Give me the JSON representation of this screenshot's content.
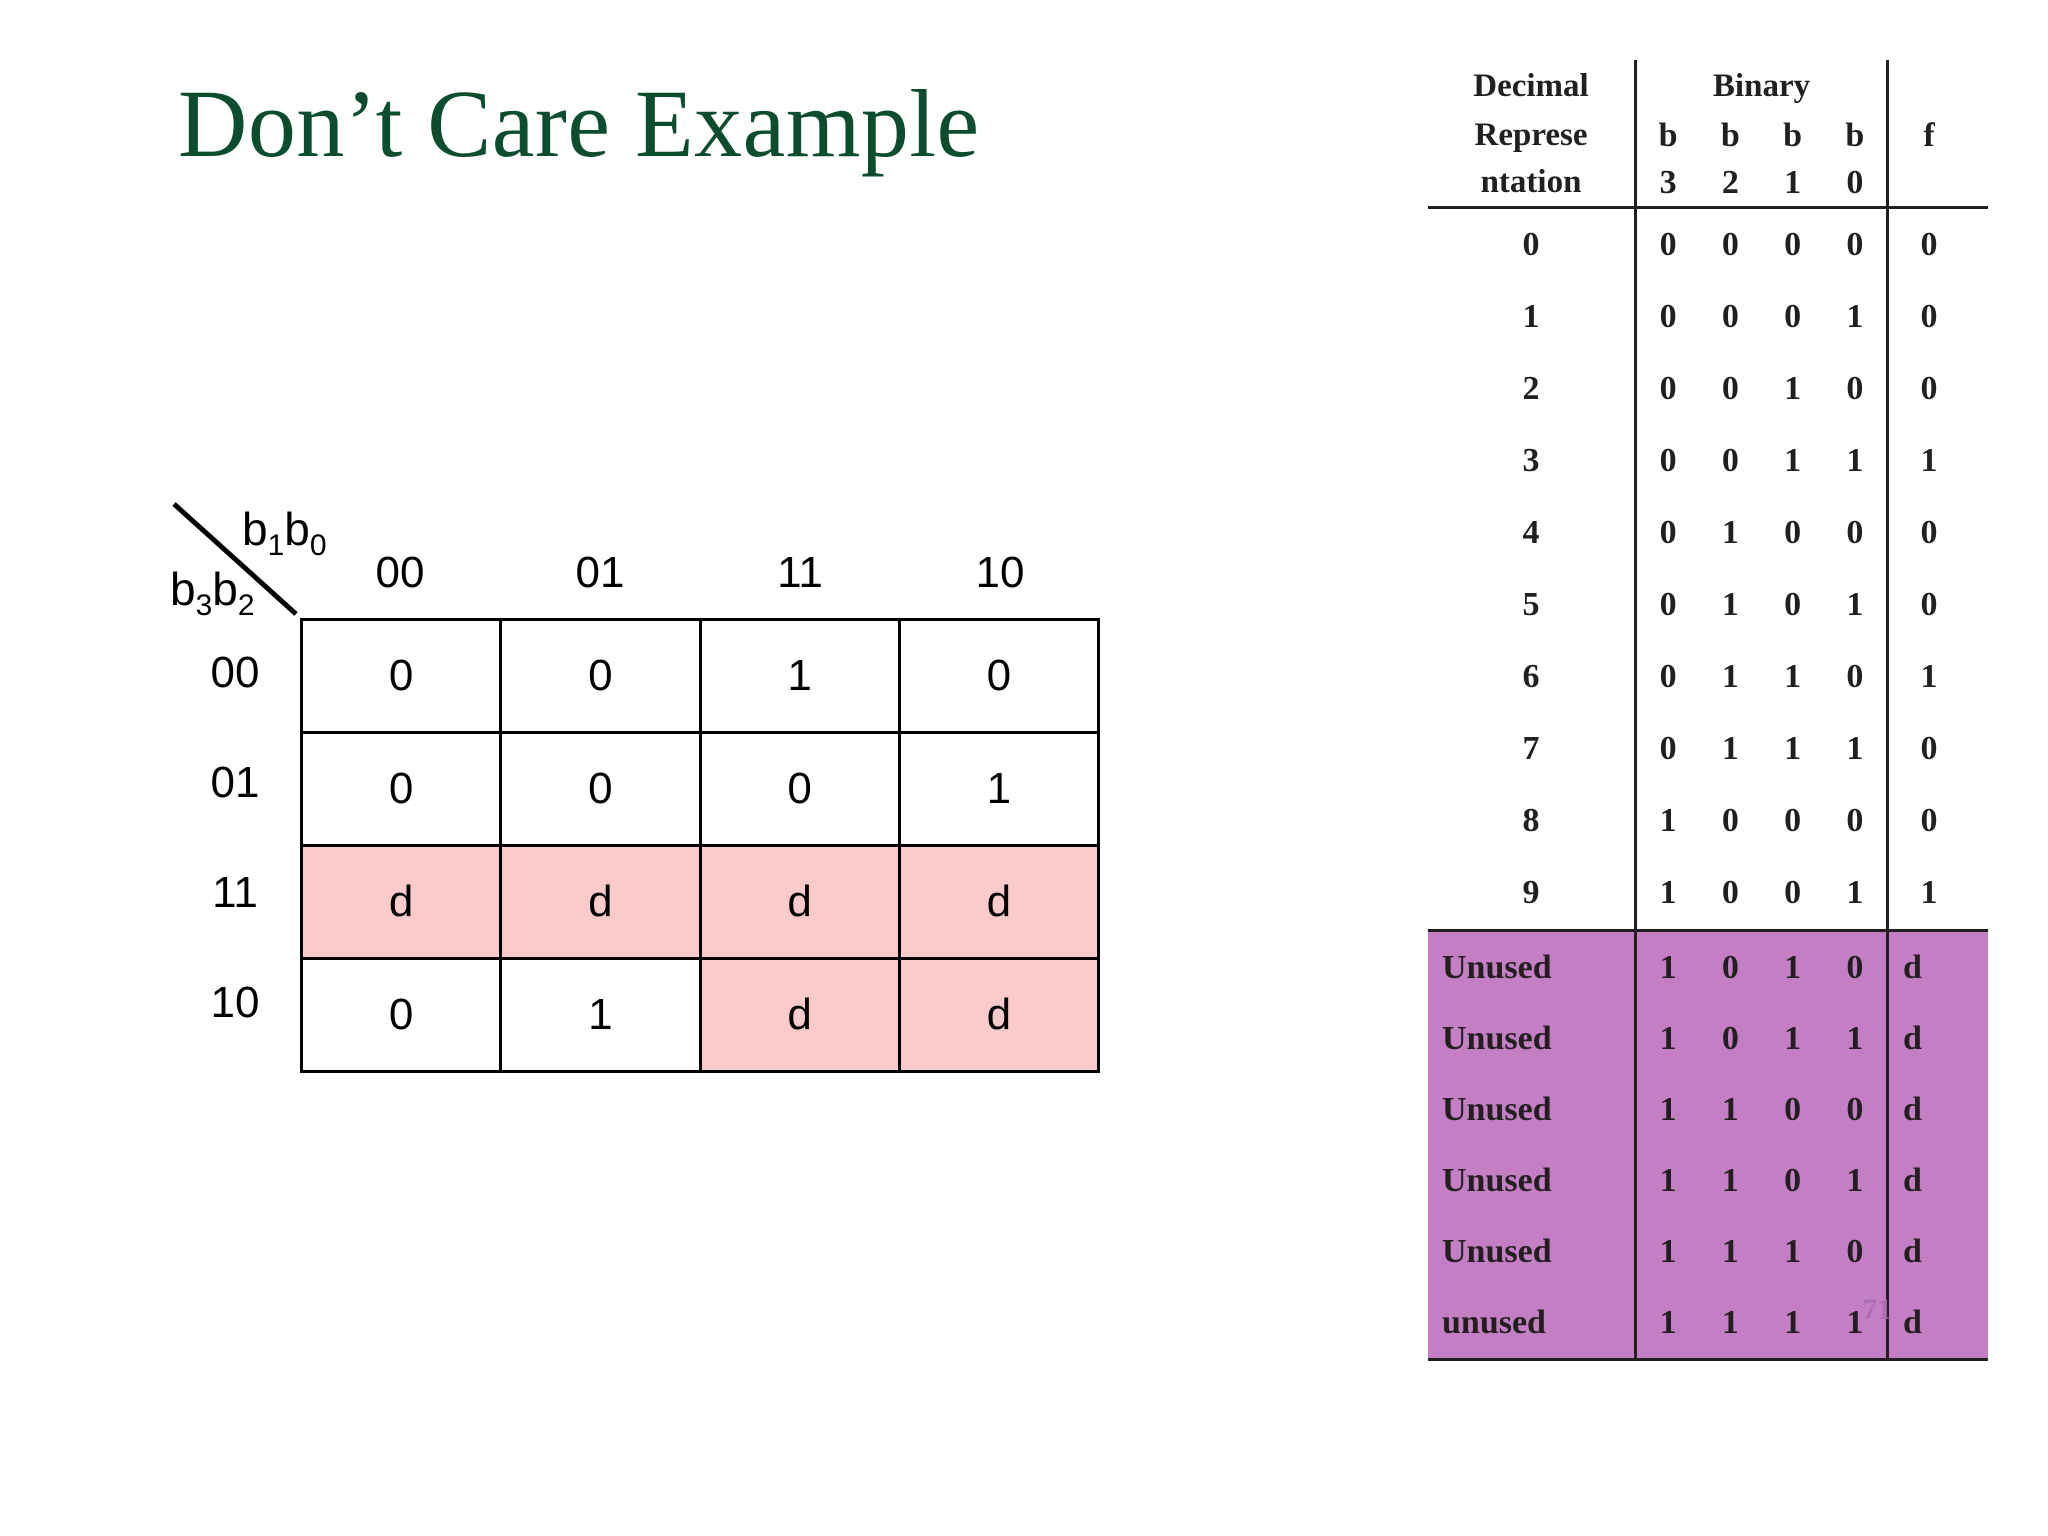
{
  "slide": {
    "title": "Don’t Care Example",
    "title_color": "#0B4D2E",
    "background_color": "#FFFFFF",
    "slide_number_artifact": "71"
  },
  "kmap": {
    "top_var_label": {
      "prefix": "b",
      "sub1": "1",
      "mid": "b",
      "sub2": "0"
    },
    "side_var_label": {
      "prefix": "b",
      "sub1": "3",
      "mid": "b",
      "sub2": "2"
    },
    "column_headers": [
      "00",
      "01",
      "11",
      "10"
    ],
    "row_headers": [
      "00",
      "01",
      "11",
      "10"
    ],
    "dont_care_color": "#FBCACA",
    "cells": [
      {
        "row": "00",
        "values": [
          "0",
          "0",
          "1",
          "0"
        ],
        "dont_care": [
          false,
          false,
          false,
          false
        ]
      },
      {
        "row": "01",
        "values": [
          "0",
          "0",
          "0",
          "1"
        ],
        "dont_care": [
          false,
          false,
          false,
          false
        ]
      },
      {
        "row": "11",
        "values": [
          "d",
          "d",
          "d",
          "d"
        ],
        "dont_care": [
          true,
          true,
          true,
          true
        ]
      },
      {
        "row": "10",
        "values": [
          "0",
          "1",
          "d",
          "d"
        ],
        "dont_care": [
          false,
          false,
          true,
          true
        ]
      }
    ]
  },
  "truth_table": {
    "header": {
      "decimal_line1": "Decimal",
      "decimal_line2": "Represe",
      "decimal_line3": "ntation",
      "binary_label": "Binary",
      "bit_names": [
        "b",
        "b",
        "b",
        "b"
      ],
      "bit_subs": [
        "3",
        "2",
        "1",
        "0"
      ],
      "f_label": "f"
    },
    "rows": [
      {
        "decimal": "0",
        "bits": [
          "0",
          "0",
          "0",
          "0"
        ],
        "f": "0"
      },
      {
        "decimal": "1",
        "bits": [
          "0",
          "0",
          "0",
          "1"
        ],
        "f": "0"
      },
      {
        "decimal": "2",
        "bits": [
          "0",
          "0",
          "1",
          "0"
        ],
        "f": "0"
      },
      {
        "decimal": "3",
        "bits": [
          "0",
          "0",
          "1",
          "1"
        ],
        "f": "1"
      },
      {
        "decimal": "4",
        "bits": [
          "0",
          "1",
          "0",
          "0"
        ],
        "f": "0"
      },
      {
        "decimal": "5",
        "bits": [
          "0",
          "1",
          "0",
          "1"
        ],
        "f": "0"
      },
      {
        "decimal": "6",
        "bits": [
          "0",
          "1",
          "1",
          "0"
        ],
        "f": "1"
      },
      {
        "decimal": "7",
        "bits": [
          "0",
          "1",
          "1",
          "1"
        ],
        "f": "0"
      },
      {
        "decimal": "8",
        "bits": [
          "1",
          "0",
          "0",
          "0"
        ],
        "f": "0"
      },
      {
        "decimal": "9",
        "bits": [
          "1",
          "0",
          "0",
          "1"
        ],
        "f": "1"
      }
    ],
    "unused_block": {
      "background_color": "#C47FC4",
      "rows": [
        {
          "decimal": "Unused",
          "bits": [
            "1",
            "0",
            "1",
            "0"
          ],
          "f": "d"
        },
        {
          "decimal": "Unused",
          "bits": [
            "1",
            "0",
            "1",
            "1"
          ],
          "f": "d"
        },
        {
          "decimal": "Unused",
          "bits": [
            "1",
            "1",
            "0",
            "0"
          ],
          "f": "d"
        },
        {
          "decimal": "Unused",
          "bits": [
            "1",
            "1",
            "0",
            "1"
          ],
          "f": "d"
        },
        {
          "decimal": "Unused",
          "bits": [
            "1",
            "1",
            "1",
            "0"
          ],
          "f": "d"
        },
        {
          "decimal": "unused",
          "bits": [
            "1",
            "1",
            "1",
            "1"
          ],
          "f": "d"
        }
      ]
    }
  }
}
